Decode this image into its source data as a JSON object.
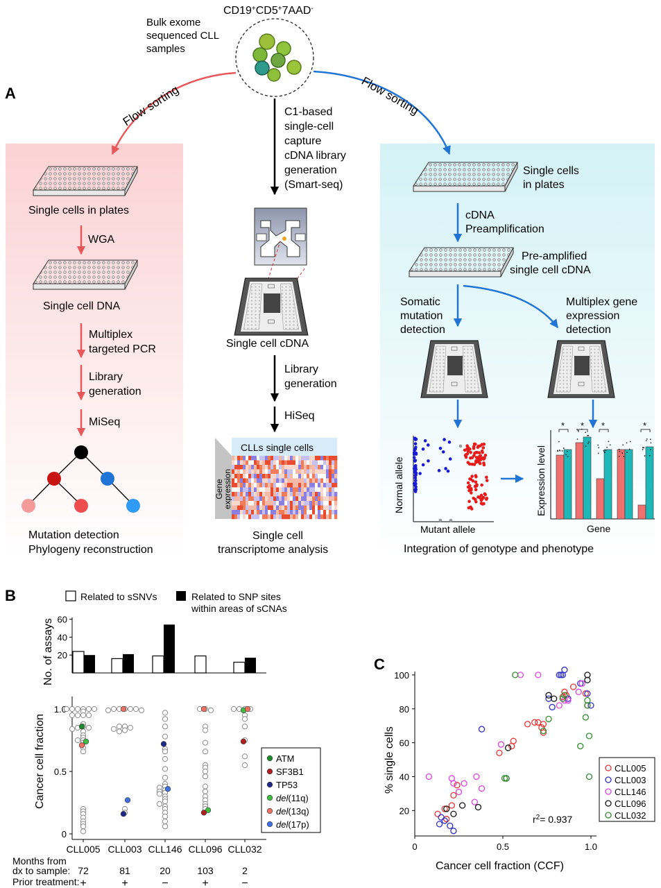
{
  "panel_a": {
    "letter": "A",
    "top": {
      "sort_marker_pre": "CD19",
      "sort_marker_sup1": "+",
      "sort_marker_mid": "CD5",
      "sort_marker_sup2": "+",
      "sort_marker_end": "7AAD",
      "sort_marker_sup3": "-",
      "bulk_label": [
        "Bulk exome",
        "sequenced CLL",
        "samples"
      ],
      "flow_sorting_left": "Flow sorting",
      "flow_sorting_right": "Flow sorting"
    },
    "left_column": {
      "plates_label": "Single cells in plates",
      "wga": "WGA",
      "dna_label": "Single cell DNA",
      "pcr": [
        "Multiplex",
        "targeted PCR"
      ],
      "library": [
        "Library",
        "generation"
      ],
      "miseq": "MiSeq",
      "result": [
        "Mutation detection",
        "Phylogeny reconstruction"
      ]
    },
    "middle_column": {
      "c1_text": [
        "C1-based",
        "single-cell",
        "capture",
        "cDNA library",
        "generation",
        "(Smart-seq)"
      ],
      "cdna_label": "Single cell cDNA",
      "library": [
        "Library",
        "generation"
      ],
      "hiseq": "HiSeq",
      "heatmap_title": "CLLs single cells",
      "heatmap_side": [
        "Gene",
        "expression"
      ],
      "result": [
        "Single cell",
        "transcriptome analysis"
      ]
    },
    "right_column": {
      "plates_label": [
        "Single cells",
        "in plates"
      ],
      "preamp": [
        "cDNA",
        "Preamplification"
      ],
      "preamp_label": [
        "Pre-amplified",
        "single cell cDNA"
      ],
      "somatic": [
        "Somatic",
        "mutation",
        "detection"
      ],
      "multiplex": [
        "Multiplex gene",
        "expression",
        "detection"
      ],
      "scatter_y": "Normal allele",
      "scatter_x": "Mutant allele",
      "bar_y": "Expression level",
      "bar_x": "Gene",
      "star": "*",
      "result": "Integration of genotype and phenotype"
    }
  },
  "panel_b": {
    "letter": "B",
    "legend_open": "Related to sSNVs",
    "legend_filled": [
      "Related to SNP sites",
      "within areas of sCNAs"
    ],
    "mutation_legend": [
      {
        "label": "ATM",
        "italic": "",
        "suffix": "",
        "color": "#1e8a2c"
      },
      {
        "label": "SF3B1",
        "italic": "",
        "suffix": "",
        "color": "#b01e1e"
      },
      {
        "label": "TP53",
        "italic": "",
        "suffix": "",
        "color": "#1e2a8a"
      },
      {
        "label": "",
        "italic": "del",
        "suffix": "(11q)",
        "color": "#3fbf3f"
      },
      {
        "label": "",
        "italic": "del",
        "suffix": "(13q)",
        "color": "#f07060"
      },
      {
        "label": "",
        "italic": "del",
        "suffix": "(17p)",
        "color": "#3f6fe0"
      }
    ],
    "months_label": [
      "Months from",
      "dx to sample:"
    ],
    "treatment_label": "Prior treatment:"
  },
  "panel_c": {
    "letter": "C",
    "r2_prefix": "r",
    "r2_sup": "2",
    "r2_value": "= 0.937"
  },
  "chart_data": [
    {
      "type": "bar",
      "ylabel": "No. of assays",
      "categories": [
        "CLL005",
        "CLL003",
        "CLL146",
        "CLL096",
        "CLL032"
      ],
      "yticks": [
        20,
        40,
        60
      ],
      "ylim": [
        0,
        62
      ],
      "series": [
        {
          "name": "Related to sSNVs",
          "values": [
            24,
            16,
            19,
            19,
            12
          ]
        },
        {
          "name": "Related to SNP sites within areas of sCNAs",
          "values": [
            20,
            21,
            54,
            0,
            17
          ]
        }
      ]
    },
    {
      "type": "scatter",
      "ylabel": "Cancer cell fraction",
      "categories": [
        "CLL005",
        "CLL003",
        "CLL146",
        "CLL096",
        "CLL032"
      ],
      "yticks": [
        "0",
        "0.5",
        "1.0"
      ],
      "ylim": [
        0,
        1.0
      ],
      "months": [
        "72",
        "81",
        "20",
        "103",
        "2"
      ],
      "prior_treatment": [
        "+",
        "+",
        "−",
        "+",
        "−"
      ],
      "points": {
        "CLL005": {
          "grey": [
            1.0,
            1.0,
            1.0,
            1.0,
            1.0,
            1.0,
            0.98,
            0.95,
            0.95,
            0.95,
            0.95,
            0.88,
            0.86,
            0.85,
            0.85,
            0.84,
            0.82,
            0.79,
            0.77,
            0.75,
            0.75,
            0.73,
            0.69,
            0.66,
            0.2,
            0.18,
            0.16,
            0.13,
            0.1,
            0.08,
            0.06,
            0.02
          ],
          "marked": [
            {
              "color": "#1e8a2c",
              "y": 0.86
            },
            {
              "color": "#3fbf3f",
              "y": 0.74
            },
            {
              "color": "#f07060",
              "y": 0.71
            }
          ]
        },
        "CLL003": {
          "grey": [
            1.0,
            1.0,
            1.0,
            1.0,
            1.0,
            0.99,
            0.99,
            0.86,
            0.86,
            0.85,
            0.84,
            0.83,
            0.82,
            0.2,
            0.17
          ],
          "marked": [
            {
              "color": "#f07060",
              "y": 1.0
            },
            {
              "color": "#3f6fe0",
              "y": 0.27
            },
            {
              "color": "#1e2a8a",
              "y": 0.16
            }
          ]
        },
        "CLL146": {
          "grey": [
            0.97,
            0.92,
            0.86,
            0.78,
            0.68,
            0.66,
            0.6,
            0.52,
            0.45,
            0.4,
            0.38,
            0.37,
            0.35,
            0.34,
            0.33,
            0.32,
            0.3,
            0.28,
            0.26,
            0.24,
            0.22,
            0.2,
            0.17,
            0.14,
            0.1,
            0.06
          ],
          "marked": [
            {
              "color": "#1e2a8a",
              "y": 0.72
            },
            {
              "color": "#3f6fe0",
              "y": 0.36
            }
          ]
        },
        "CLL096": {
          "grey": [
            1.0,
            1.0,
            0.99,
            0.86,
            0.83,
            0.73,
            0.66,
            0.55,
            0.53,
            0.5,
            0.46,
            0.38,
            0.34,
            0.3,
            0.27,
            0.24,
            0.22,
            0.2
          ],
          "marked": [
            {
              "color": "#f07060",
              "y": 1.0
            },
            {
              "color": "#3fbf3f",
              "y": 0.19
            },
            {
              "color": "#b01e1e",
              "y": 0.17
            }
          ]
        },
        "CLL032": {
          "grey": [
            1.0,
            1.0,
            1.0,
            1.0,
            0.95,
            0.92,
            0.86,
            0.75,
            0.62,
            0.55
          ],
          "marked": [
            {
              "color": "#3fbf3f",
              "y": 0.99
            },
            {
              "color": "#f07060",
              "y": 1.0
            },
            {
              "color": "#b01e1e",
              "y": 0.74
            }
          ]
        }
      }
    },
    {
      "type": "scatter",
      "xlabel": "Cancer cell fraction (CCF)",
      "ylabel": "% single cells",
      "xlim": [
        0,
        1.0
      ],
      "ylim": [
        5,
        102
      ],
      "xticks": [
        "0",
        "0.5",
        "1.0"
      ],
      "yticks": [
        20,
        40,
        60,
        80,
        100
      ],
      "series": [
        {
          "name": "CLL005",
          "color": "#e53232",
          "points": [
            [
              0.13,
              18
            ],
            [
              0.17,
              21
            ],
            [
              0.18,
              15
            ],
            [
              0.21,
              23
            ],
            [
              0.22,
              29
            ],
            [
              0.24,
              35
            ],
            [
              0.48,
              54
            ],
            [
              0.55,
              58
            ],
            [
              0.56,
              61
            ],
            [
              0.64,
              71
            ],
            [
              0.68,
              72
            ],
            [
              0.7,
              72
            ],
            [
              0.72,
              69
            ],
            [
              0.73,
              66
            ],
            [
              0.73,
              71
            ],
            [
              0.84,
              87
            ],
            [
              0.85,
              90
            ],
            [
              0.86,
              88
            ],
            [
              0.9,
              93
            ],
            [
              0.97,
              89
            ],
            [
              0.98,
              82
            ]
          ]
        },
        {
          "name": "CLL003",
          "color": "#2d2dc8",
          "points": [
            [
              0.14,
              12
            ],
            [
              0.15,
              16
            ],
            [
              0.17,
              14
            ],
            [
              0.2,
              11
            ],
            [
              0.22,
              8
            ],
            [
              0.38,
              68
            ],
            [
              0.76,
              86
            ],
            [
              0.78,
              81
            ],
            [
              0.82,
              100
            ],
            [
              0.83,
              100
            ],
            [
              0.84,
              100
            ],
            [
              0.85,
              103
            ],
            [
              0.87,
              86
            ],
            [
              0.94,
              95
            ],
            [
              0.98,
              89
            ],
            [
              1.0,
              82
            ]
          ]
        },
        {
          "name": "CLL146",
          "color": "#e040e0",
          "points": [
            [
              0.08,
              40
            ],
            [
              0.21,
              39
            ],
            [
              0.22,
              36
            ],
            [
              0.25,
              31
            ],
            [
              0.28,
              36
            ],
            [
              0.34,
              25
            ],
            [
              0.35,
              40
            ],
            [
              0.38,
              33
            ],
            [
              0.49,
              59
            ],
            [
              0.6,
              100
            ],
            [
              0.7,
              100
            ],
            [
              0.82,
              82
            ],
            [
              0.85,
              85
            ],
            [
              0.87,
              85
            ],
            [
              0.93,
              90
            ],
            [
              0.95,
              95
            ]
          ]
        },
        {
          "name": "CLL096",
          "color": "#111111",
          "points": [
            [
              0.18,
              21
            ],
            [
              0.22,
              18
            ],
            [
              0.27,
              23
            ],
            [
              0.36,
              22
            ],
            [
              0.52,
              39
            ],
            [
              0.53,
              57
            ],
            [
              0.76,
              88
            ],
            [
              0.79,
              86
            ],
            [
              0.98,
              100
            ],
            [
              0.98,
              97
            ]
          ]
        },
        {
          "name": "CLL032",
          "color": "#2e8b2e",
          "points": [
            [
              0.51,
              39
            ],
            [
              0.52,
              39
            ],
            [
              0.57,
              100
            ],
            [
              0.73,
              67
            ],
            [
              0.76,
              74
            ],
            [
              0.84,
              86
            ],
            [
              0.85,
              88
            ],
            [
              0.94,
              58
            ],
            [
              0.97,
              75
            ],
            [
              0.98,
              82
            ],
            [
              0.98,
              85
            ],
            [
              0.99,
              40
            ],
            [
              0.99,
              64
            ]
          ]
        }
      ]
    }
  ]
}
